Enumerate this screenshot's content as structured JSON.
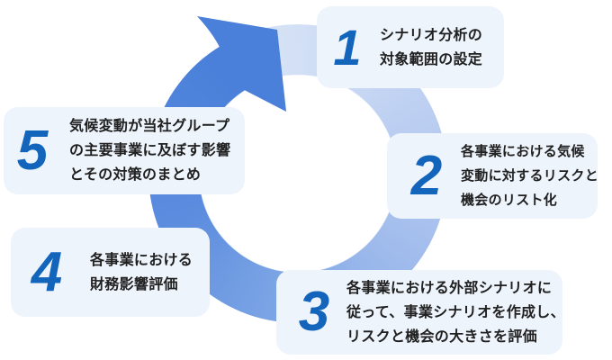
{
  "theme": {
    "accent": "#1265bb",
    "card-bg": "#eef4fc",
    "text": "#202020",
    "arrow": "#4a80da",
    "ring-start": "#d9e5f6",
    "ring-2": "#c6d6f3",
    "ring-3": "#b2c8f0",
    "ring-4": "#9bb8eb",
    "ring-5": "#7ca5e5",
    "ring-6": "#5c8cde",
    "ring-end": "#4a80da"
  },
  "steps": [
    {
      "number": "1",
      "lines": [
        "シナリオ分析の",
        "対象範囲の設定"
      ]
    },
    {
      "number": "2",
      "lines": [
        "各事業における気候",
        "変動に対するリスクと",
        "機会のリスト化"
      ]
    },
    {
      "number": "3",
      "lines": [
        "各事業における外部シナリオに",
        "従って、事業シナリオを作成し、",
        "リスクと機会の大きさを評価"
      ]
    },
    {
      "number": "4",
      "lines": [
        "各事業における",
        "財務影響評価"
      ]
    },
    {
      "number": "5",
      "lines": [
        "気候変動が当社グループ",
        "の主要事業に及ぼす影響",
        "とその対策のまとめ"
      ]
    }
  ]
}
